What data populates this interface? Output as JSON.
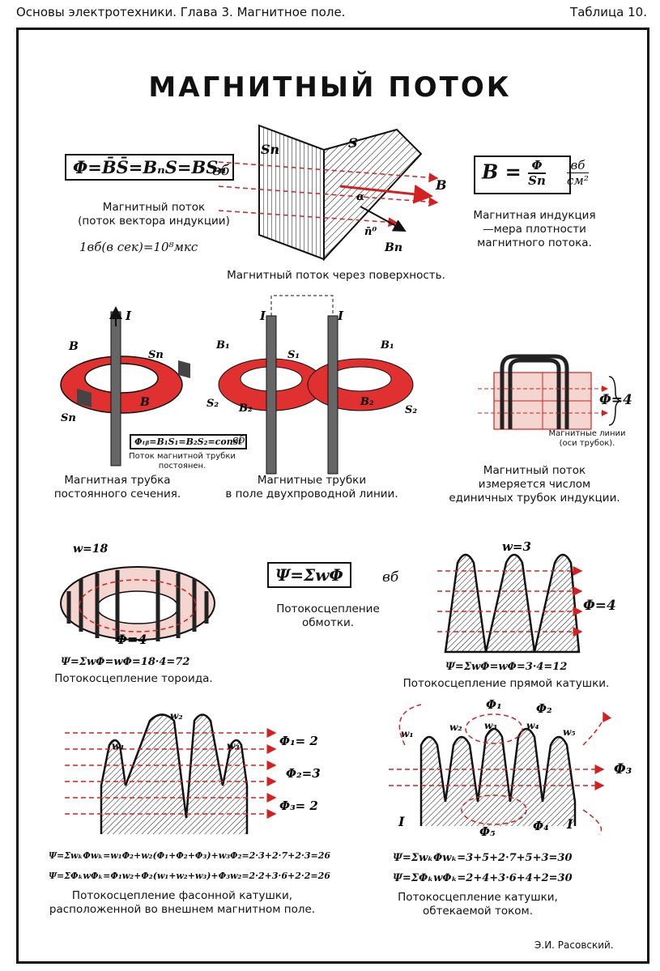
{
  "header": {
    "left": "Основы электротехники. Глава 3. Магнитное поле.",
    "right": "Таблица 10."
  },
  "title": "МАГНИТНЫЙ ПОТОК",
  "flux": {
    "formula": "Φ=B̄S̄=BₙS=BSₙ",
    "unit": "вб",
    "caption_line1": "Магнитный поток",
    "caption_line2": "(поток вектора индукции)",
    "conversion": "1вб(в сек)=10⁸мкс"
  },
  "surface": {
    "caption": "Магнитный поток через поверхность.",
    "labels": {
      "sn": "Sn",
      "s": "S",
      "b": "B",
      "bn": "Bn",
      "n0": "n̄⁰",
      "alpha": "α"
    }
  },
  "induction": {
    "formula_lhs": "B =",
    "formula_num": "Φ",
    "formula_den": "Sn",
    "unit_num": "вб",
    "unit_den": "см²",
    "caption_line1": "Магнитная индукция",
    "caption_line2": "—мера плотности",
    "caption_line3": "магнитного потока."
  },
  "tube": {
    "formula": "Φₜᵦ=B₁S₁=B₂S₂=const",
    "unit": "вб",
    "note_line1": "Поток магнитной трубки",
    "note_line2": "постоянен.",
    "caption_line1": "Магнитная трубка",
    "caption_line2": "постоянного сечения."
  },
  "twowire": {
    "caption_line1": "Магнитные трубки",
    "caption_line2": "в поле двухпроводной линии."
  },
  "unit_tubes": {
    "phi": "Φ=4",
    "note_line1": "Магнитные линии",
    "note_line2": "(оси трубок).",
    "caption_line1": "Магнитный поток",
    "caption_line2": "измеряется числом",
    "caption_line3": "единичных трубок индукции."
  },
  "linkage": {
    "formula": "Ψ=ΣwΦ",
    "unit": "вб",
    "caption_line1": "Потокосцепление",
    "caption_line2": "обмотки."
  },
  "toroid": {
    "w": "w=18",
    "phi": "Φ=4",
    "eq": "Ψ=ΣwΦ=wΦ=18·4=72",
    "caption": "Потокосцепление тороида."
  },
  "straight_coil": {
    "w": "w=3",
    "phi": "Φ=4",
    "eq": "Ψ=ΣwΦ=wΦ=3·4=12",
    "caption": "Потокосцепление прямой катушки."
  },
  "shaped_coil": {
    "labels": {
      "w1": "w₁",
      "w2": "w₂",
      "w3": "w₃",
      "phi1": "Φ₁= 2",
      "phi2": "Φ₂=3",
      "phi3": "Φ₃= 2"
    },
    "eq1": "Ψ=ΣwₖΦwₖ=w₁Φ₂+w₂(Φ₁+Φ₂+Φ₃)+w₃Φ₂=2·3+2·7+2·3=26",
    "eq2": "Ψ=ΣΦₖwΦₖ=Φ₁w₂+Φ₂(w₁+w₂+w₃)+Φ₃w₂=2·2+3·6+2·2=26",
    "caption_line1": "Потокосцепление фасонной катушки,",
    "caption_line2": "расположенной во внешнем магнитном поле."
  },
  "current_coil": {
    "labels": {
      "w1": "w₁",
      "w2": "w₂",
      "w3": "w₃",
      "w4": "w₄",
      "w5": "w₅",
      "phi1": "Φ₁",
      "phi2": "Φ₂",
      "phi3": "Φ₃",
      "phi4": "Φ₄",
      "phi5": "Φ₅",
      "i": "I"
    },
    "eq1": "Ψ=ΣwₖΦwₖ=3+5+2·7+5+3=30",
    "eq2": "Ψ=ΣΦₖwΦₖ=2+4+3·6+4+2=30",
    "caption_line1": "Потокосцепление катушки,",
    "caption_line2": "обтекаемой током."
  },
  "author": "Э.И. Расовский.",
  "colors": {
    "accent": "#d42020",
    "ink": "#111111",
    "ring": "#e03030"
  }
}
